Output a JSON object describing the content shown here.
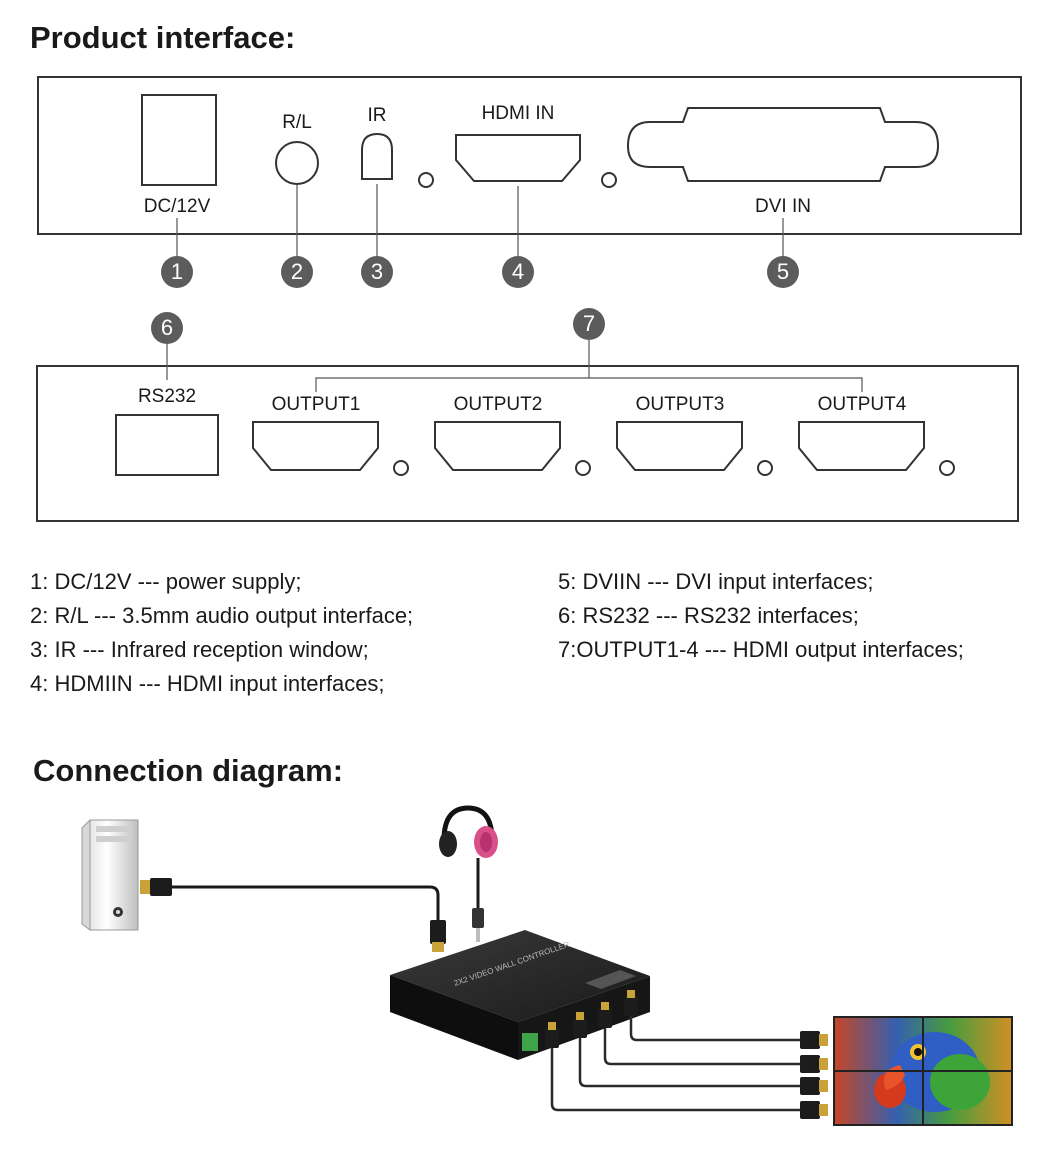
{
  "headings": {
    "product": "Product interface:",
    "connection": "Connection diagram:"
  },
  "top_panel": {
    "dc": "DC/12V",
    "rl": "R/L",
    "ir": "IR",
    "hdmi_in": "HDMI IN",
    "dvi_in": "DVI IN"
  },
  "bottom_panel": {
    "rs232": "RS232",
    "outputs": [
      "OUTPUT1",
      "OUTPUT2",
      "OUTPUT3",
      "OUTPUT4"
    ]
  },
  "badges": [
    "1",
    "2",
    "3",
    "4",
    "5",
    "6",
    "7"
  ],
  "legend": [
    {
      "num": "1:",
      "text": "DC/12V --- power supply;"
    },
    {
      "num": "2:",
      "text": "R/L --- 3.5mm audio output interface;"
    },
    {
      "num": "3:",
      "text": "IR --- Infrared reception window;"
    },
    {
      "num": "4:",
      "text": "HDMIIN --- HDMI input interfaces;"
    },
    {
      "num": "5:",
      "text": "DVIIN --- DVI input interfaces;"
    },
    {
      "num": "6:",
      "text": "RS232 --- RS232 interfaces;"
    },
    {
      "num": "7:",
      "text": "OUTPUT1-4 --- HDMI output interfaces;"
    }
  ],
  "device_label": "2X2 VIDEO WALL CONTROLLER",
  "colors": {
    "line": "#333333",
    "badge": "#5c5c5c",
    "device": "#1f1f1f",
    "connector_gold": "#c9a23a"
  },
  "icons": [
    "computer-tower-icon",
    "headphones-icon",
    "hdmi-plug-icon",
    "audio-jack-icon",
    "video-wall-icon"
  ]
}
